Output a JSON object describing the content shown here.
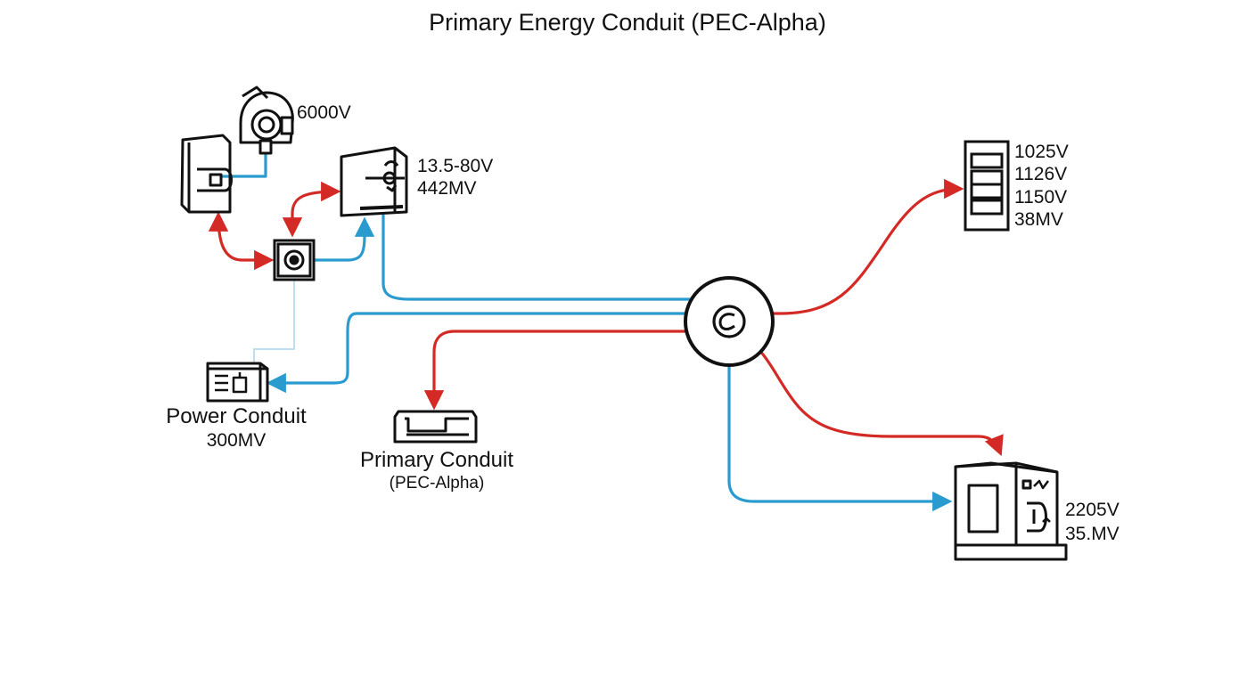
{
  "diagram": {
    "title": "Primary Energy Conduit (PEC-Alpha)",
    "colors": {
      "feed": "#d42a25",
      "return": "#2a9bcf",
      "line": "#111111",
      "link": "#bcdff0"
    },
    "nodes": {
      "generator": {
        "icon": "generator-icon",
        "values": [
          "6000V"
        ]
      },
      "breaker": {
        "icon": "breaker-box-icon"
      },
      "junction_box": {
        "icon": "junction-box-icon"
      },
      "control_unit": {
        "icon": "control-unit-icon",
        "values": [
          "13.5-80V",
          "442MV"
        ]
      },
      "hub": {
        "icon": "central-hub-icon"
      },
      "panel": {
        "icon": "indicator-panel-icon",
        "values": [
          "1025V",
          "1126V",
          "1150V",
          "38MV"
        ]
      },
      "power_conduit": {
        "icon": "power-conduit-icon",
        "name": "Power Conduit",
        "values": [
          "300MV"
        ]
      },
      "primary_conduit": {
        "icon": "primary-conduit-icon",
        "name": "Primary Conduit",
        "sub": "(PEC-Alpha)"
      },
      "transformer": {
        "icon": "transformer-icon",
        "values": [
          "2205V",
          "35.MV"
        ]
      }
    }
  }
}
